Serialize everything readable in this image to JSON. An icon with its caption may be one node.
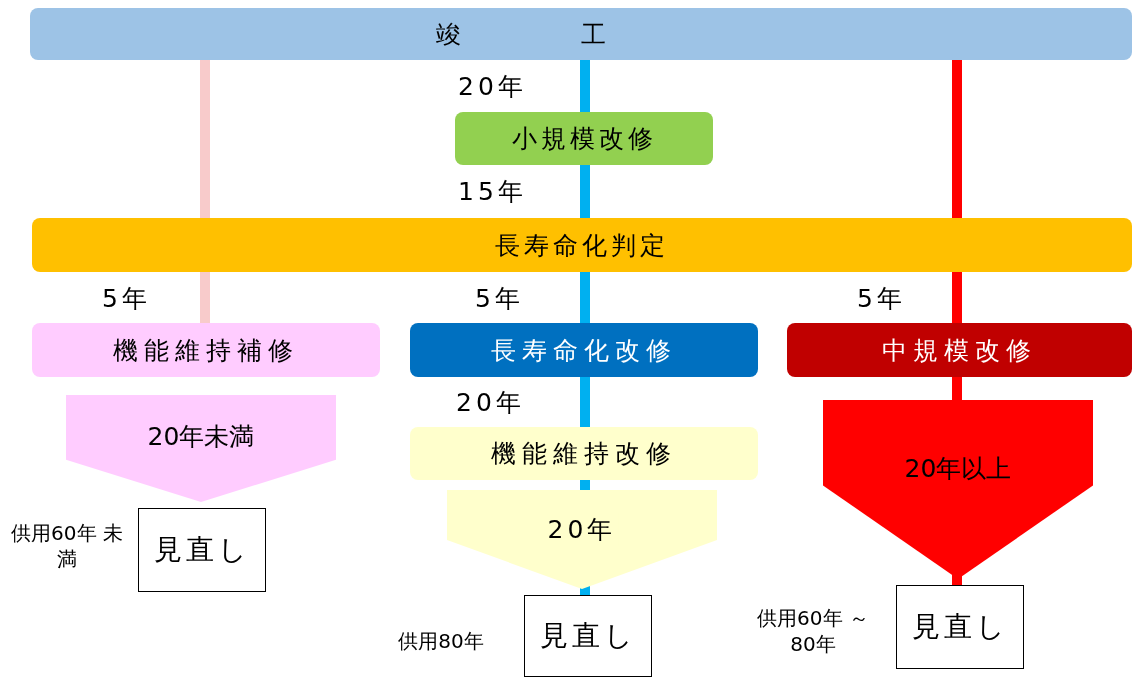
{
  "diagram": {
    "nodes": [
      {
        "text": [
          "竣工"
        ]
      },
      {
        "text": [
          "小規模改修"
        ]
      },
      {
        "text": [
          "長寿命化判定"
        ]
      },
      {
        "text": [
          "機能維持補修"
        ]
      },
      {
        "text": [
          "長寿命化改修"
        ]
      },
      {
        "text": [
          "中規模改修"
        ]
      },
      {
        "text": [
          "機能維持改修"
        ]
      },
      {
        "text": [
          "見直し"
        ],
        "beside": [
          "供用60年 未満"
        ]
      },
      {
        "text": [
          "見直し"
        ],
        "beside": [
          "供用80年"
        ]
      },
      {
        "text": [
          "見直し"
        ],
        "beside": [
          "供用60年 ～80年"
        ]
      }
    ],
    "edges": [
      {
        "from": 0,
        "to": 2,
        "arrow": "none",
        "color": "#f8cbcb"
      },
      {
        "from": 2,
        "to": 3,
        "arrow": "none",
        "label": "5年",
        "color": "#f8cbcb"
      },
      {
        "from": 0,
        "to": 1,
        "arrow": "none",
        "label": "20年"
      },
      {
        "from": 1,
        "to": 2,
        "arrow": "none",
        "label": "15年"
      },
      {
        "from": 2,
        "to": 4,
        "arrow": "none",
        "label": "5年"
      },
      {
        "from": 4,
        "to": 6,
        "arrow": "none",
        "label": "20年"
      },
      {
        "from": 0,
        "to": 2,
        "arrow": "none",
        "color": "#ff0000"
      },
      {
        "from": 2,
        "to": 5,
        "arrow": "none",
        "label": "5年",
        "color": "#ff0000"
      },
      {
        "from": 6,
        "to": 8,
        "arrow": "none"
      },
      {
        "from": 5,
        "to": 9,
        "arrow": "none",
        "color": "#ff0000"
      },
      {
        "from": 3,
        "to": 7,
        "arrow": "to",
        "label": "20年未満",
        "style": "thick",
        "color": "#ffccff"
      },
      {
        "from": 6,
        "to": 8,
        "arrow": "to",
        "label": "20年",
        "style": "thick",
        "color": "#ffffcc"
      },
      {
        "from": 5,
        "to": 9,
        "arrow": "to",
        "label": "20年以上",
        "style": "thick",
        "color": "#ff0000"
      }
    ]
  }
}
